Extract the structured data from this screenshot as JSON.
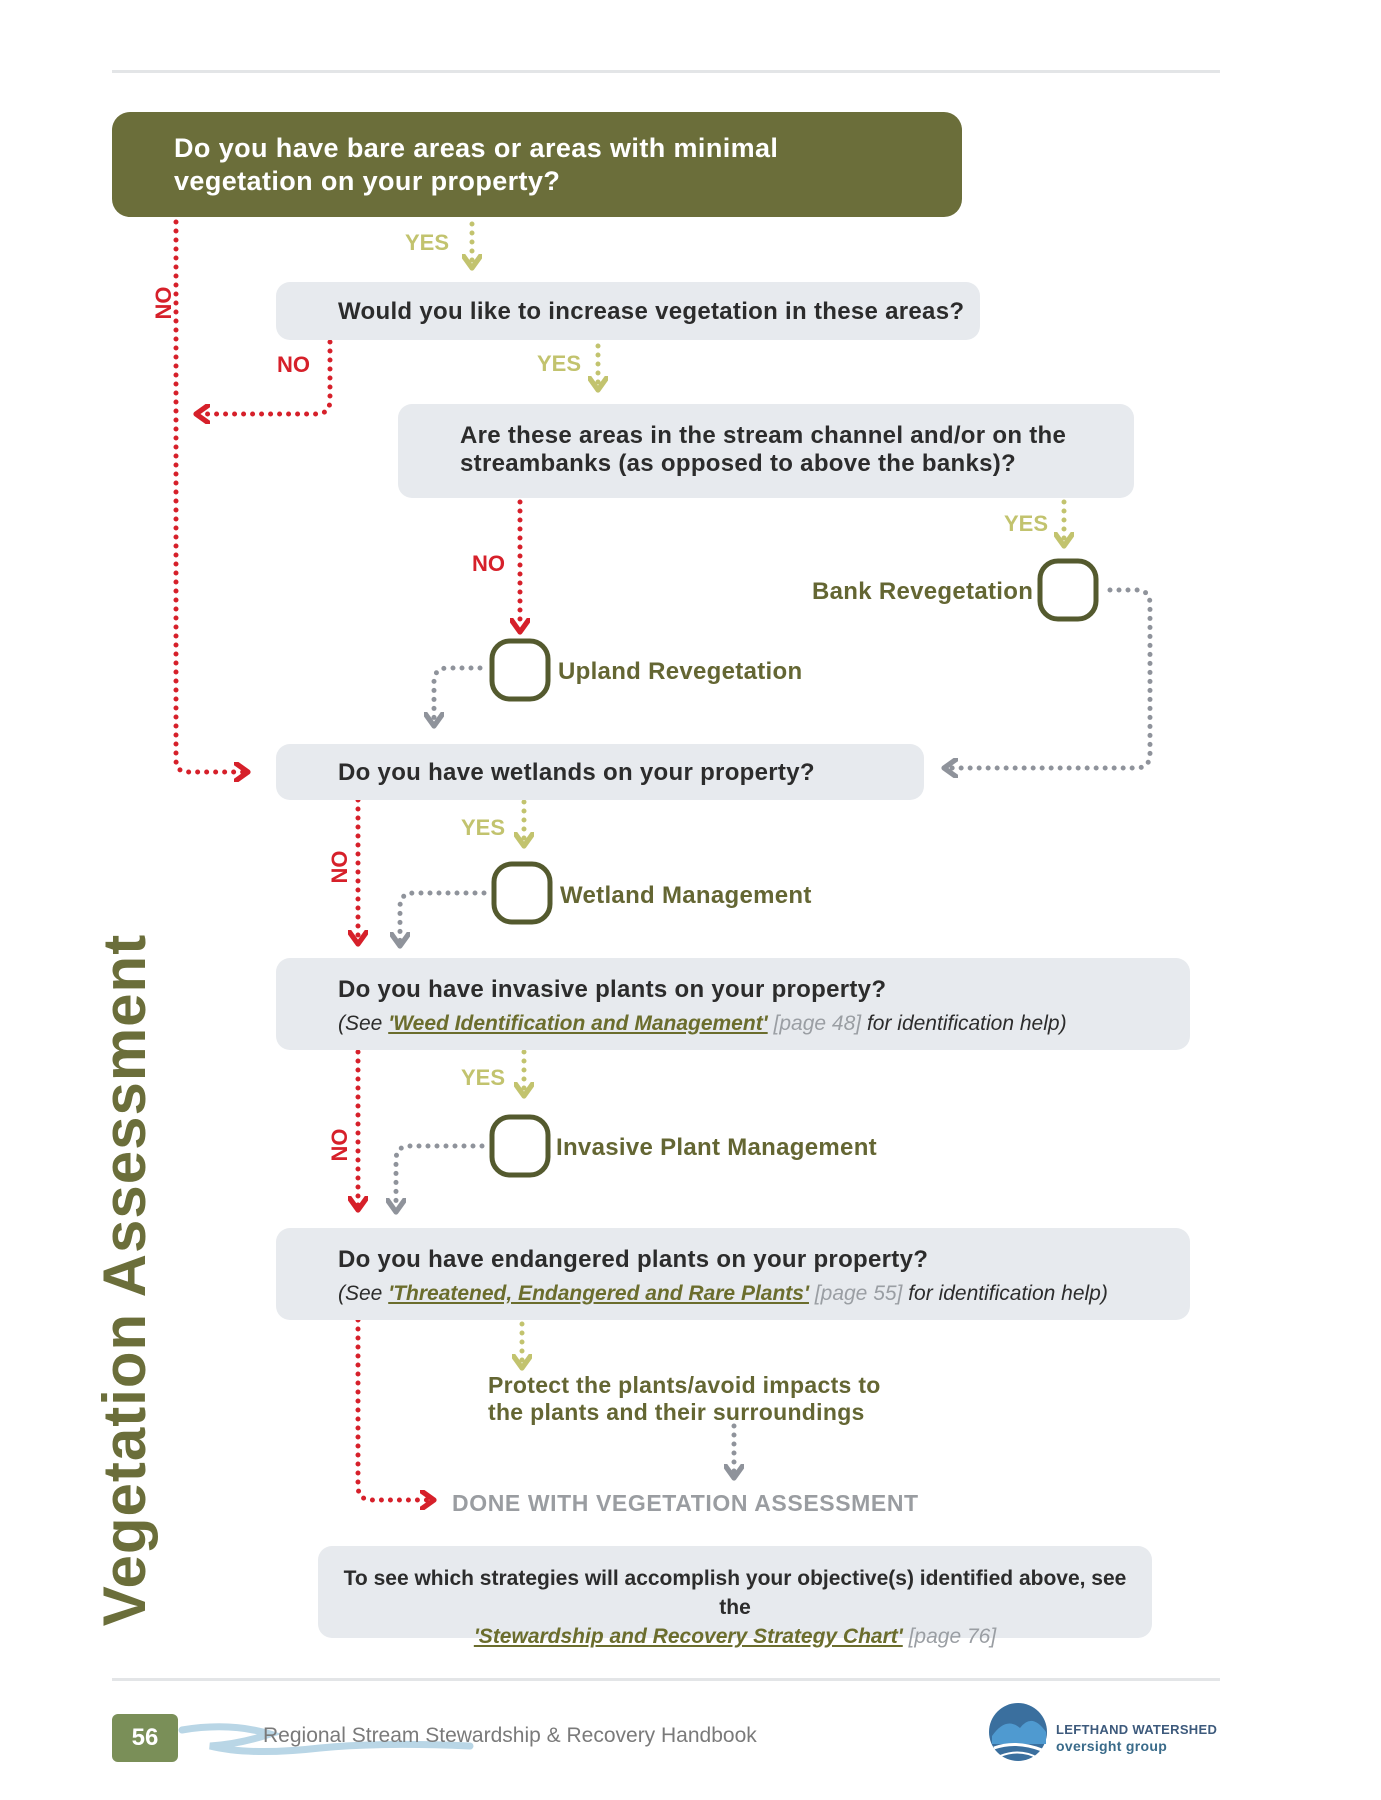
{
  "questions": {
    "q1": "Do you have bare areas or areas with minimal vegetation on your property?",
    "q2": "Would you like to increase vegetation in these areas?",
    "q3": "Are these areas in the stream channel and/or on the streambanks (as opposed to above the banks)?",
    "q4": "Do you have wetlands on your property?",
    "q5": {
      "text": "Do you have invasive plants on your property?",
      "note_prefix": "(See ",
      "link": "'Weed Identification and Management'",
      "page": " [page 48]",
      "note_suffix": " for identification help)"
    },
    "q6": {
      "text": "Do you have endangered plants on your property?",
      "note_prefix": "(See ",
      "link": "'Threatened, Endangered and Rare Plants'",
      "page": " [page 55]",
      "note_suffix": " for identification help)"
    }
  },
  "labels": {
    "yes": "YES",
    "no": "NO"
  },
  "actions": {
    "bank": "Bank Revegetation",
    "upland": "Upland Revegetation",
    "wetland": "Wetland Management",
    "invasive": "Invasive Plant Management",
    "protect_line1": "Protect the plants/avoid impacts to",
    "protect_line2": "the plants and their surroundings",
    "done": "DONE WITH VEGETATION ASSESSMENT"
  },
  "strategy": {
    "text": "To see which strategies will accomplish your objective(s) identified above, see the",
    "link": "'Stewardship and Recovery Strategy Chart'",
    "page": " [page 76]"
  },
  "section_title": "Vegetation Assessment",
  "footer": {
    "page_number": "56",
    "title": "Regional Stream Stewardship & Recovery Handbook",
    "org_line1": "LEFTHAND WATERSHED",
    "org_line2": "oversight group"
  },
  "colors": {
    "olive": "#6b6e3a",
    "yes_green": "#c2c36e",
    "no_red": "#d6202a",
    "gray_arrow": "#8f939b",
    "box_gray": "#e7eaee"
  }
}
